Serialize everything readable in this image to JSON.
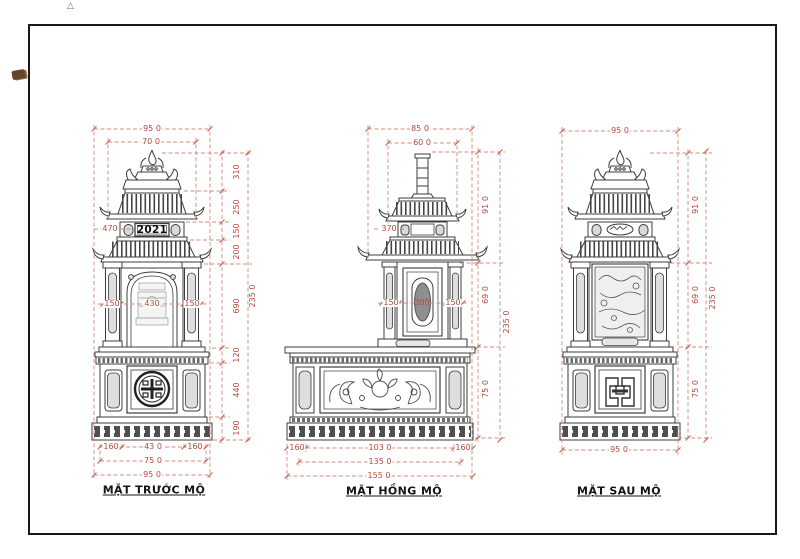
{
  "artifacts": {
    "registration_mark": "△"
  },
  "views": {
    "front": {
      "name": "MẶT TRƯỚC MỘ",
      "year": "2021",
      "dims": {
        "width_total_top": "95 0",
        "width_roof": "70 0",
        "band": "470",
        "mid_left": "150",
        "mid_center": "430",
        "mid_right": "150",
        "seg_310": "310",
        "seg_250": "250",
        "seg_150": "150",
        "seg_200": "200",
        "seg_690": "690",
        "seg_120": "120",
        "seg_440": "440",
        "seg_190": "190",
        "height_total": "235 0",
        "bot_left": "160",
        "bot_center": "43 0",
        "bot_right": "160",
        "width_pedestal": "75 0",
        "width_total_bottom": "95 0"
      }
    },
    "side": {
      "name": "MẶT HỒNG MỘ",
      "dims": {
        "width_total_top": "85 0",
        "width_tower": "60 0",
        "band": "370",
        "mid_left": "150",
        "mid_center": "300",
        "mid_right": "150",
        "seg_910": "91 0",
        "seg_690": "69 0",
        "seg_750": "75 0",
        "height_total": "235 0",
        "bot_left": "160",
        "bot_center": "103 0",
        "bot_right": "160",
        "width_mid_bottom": "135 0",
        "width_total_bottom": "155 0"
      }
    },
    "back": {
      "name": "MẶT SAU MỘ",
      "dims": {
        "width_total_top": "95 0",
        "seg_910": "91 0",
        "seg_690": "69 0",
        "seg_750": "75 0",
        "height_total": "235 0",
        "width_total_bottom": "95 0"
      }
    }
  }
}
